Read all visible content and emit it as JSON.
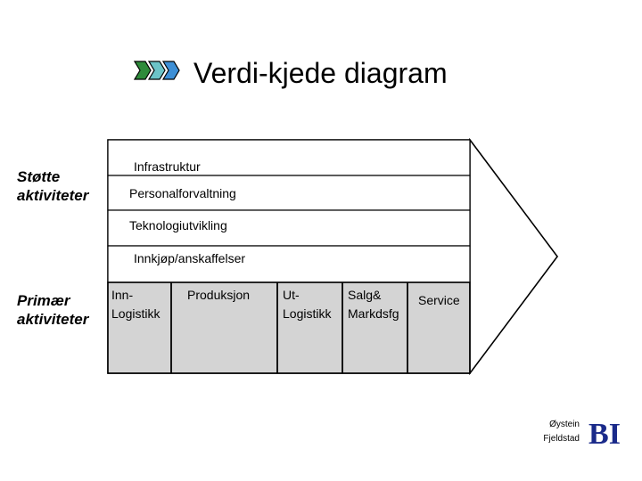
{
  "title": "Verdi-kjede diagram",
  "icon": "triple-chevron-icon",
  "support_label": "Støtte\naktiviteter",
  "primary_label": "Primær\naktiviteter",
  "support_activities": [
    "Infrastruktur",
    "Personalforvaltning",
    "Teknologiutvikling",
    "Innkjøp/anskaffelser"
  ],
  "primary_activities": [
    "Inn-\nLogistikk",
    "Produksjon",
    "Ut-\nLogistikk",
    "Salg&\nMarkdsfg",
    "Service"
  ],
  "author": "Øystein\nFjeldstad",
  "logo_text": "BI",
  "colors": {
    "primary_fill": "#d4d4d4",
    "support_fill": "#ffffff",
    "chevron_green": "#2e8b3a",
    "chevron_teal": "#6cc4c8",
    "chevron_blue": "#3d8fd6"
  }
}
